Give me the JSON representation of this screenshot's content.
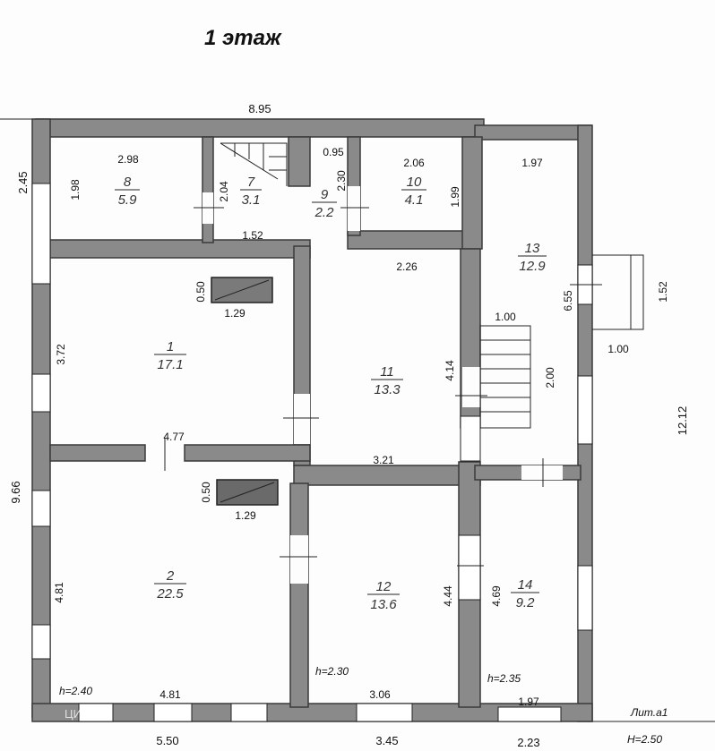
{
  "title": "1 этаж",
  "lit_label": "Лит.а1",
  "h_outer": "H=2.50",
  "heights": {
    "h1": "h=2.40",
    "h2": "h=2.30",
    "h3": "h=2.35"
  },
  "rooms": [
    {
      "id": "8",
      "num": "8",
      "area": "5.9"
    },
    {
      "id": "7",
      "num": "7",
      "area": "3.1"
    },
    {
      "id": "9",
      "num": "9",
      "area": "2.2"
    },
    {
      "id": "10",
      "num": "10",
      "area": "4.1"
    },
    {
      "id": "13",
      "num": "13",
      "area": "12.9"
    },
    {
      "id": "1",
      "num": "1",
      "area": "17.1"
    },
    {
      "id": "11",
      "num": "11",
      "area": "13.3"
    },
    {
      "id": "2",
      "num": "2",
      "area": "22.5"
    },
    {
      "id": "12",
      "num": "12",
      "area": "13.6"
    },
    {
      "id": "14",
      "num": "14",
      "area": "9.2"
    }
  ],
  "dims": {
    "top_total": "8.95",
    "left_top": "2.45",
    "left_total": "9.66",
    "right_total": "12.12",
    "porch_1": "1.52",
    "porch_2": "1.00",
    "r8_w": "2.98",
    "r8_h": "1.98",
    "r7_h": "2.04",
    "r7_w": "1.52",
    "r9_w": "0.95",
    "r9_h": "2.30",
    "r10_w": "2.06",
    "r10_h": "1.99",
    "r13_w": "1.97",
    "r13_h": "6.55",
    "r1_h": "3.72",
    "stove1_w": "1.29",
    "stove1_h": "0.50",
    "r11_w": "2.26",
    "r11_h": "4.14",
    "stair_w": "1.00",
    "stair_h": "2.00",
    "mid_477": "4.77",
    "mid_321": "3.21",
    "stove2_w": "1.29",
    "stove2_h": "0.50",
    "r2_h": "4.81",
    "r2_w": "4.81",
    "r12_h": "4.44",
    "r12_w": "3.06",
    "r14_h": "4.69",
    "r14_w": "1.97",
    "bot_1": "5.50",
    "bot_2": "3.45",
    "bot_3": "2.23"
  },
  "watermark": "ЦИАН"
}
